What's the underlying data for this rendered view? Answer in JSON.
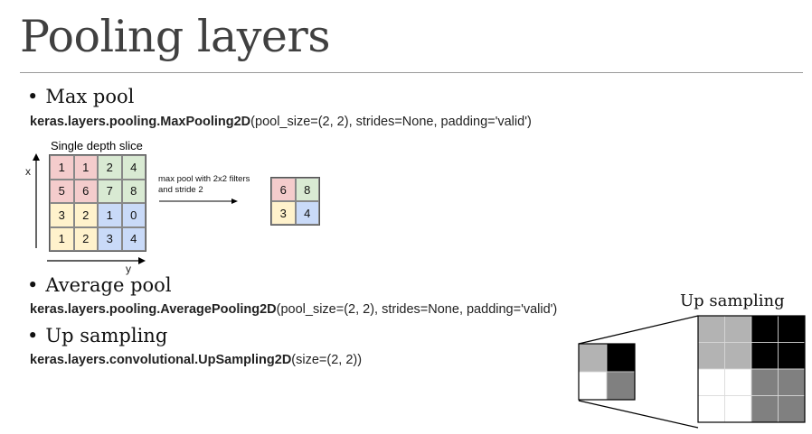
{
  "slide": {
    "title": "Pooling layers"
  },
  "maxpool": {
    "bullet": "Max pool",
    "code_bold": "keras.layers.pooling.MaxPooling2D",
    "code_args": "(pool_size=(2, 2), strides=None, padding='valid')",
    "slice_label": "Single depth slice",
    "axis_x": "x",
    "axis_y": "y",
    "note_line1": "max pool with 2x2 filters",
    "note_line2": "and stride 2",
    "input": [
      [
        "1",
        "1",
        "2",
        "4"
      ],
      [
        "5",
        "6",
        "7",
        "8"
      ],
      [
        "3",
        "2",
        "1",
        "0"
      ],
      [
        "1",
        "2",
        "3",
        "4"
      ]
    ],
    "output": [
      [
        "6",
        "8"
      ],
      [
        "3",
        "4"
      ]
    ],
    "colors": {
      "pink": "#f4cccc",
      "green": "#d9ead3",
      "yellow": "#fff2cc",
      "blue": "#c9daf8"
    }
  },
  "avgpool": {
    "bullet": "Average pool",
    "code_bold": "keras.layers.pooling.AveragePooling2D",
    "code_args": "(pool_size=(2, 2), strides=None, padding='valid')"
  },
  "upsampling": {
    "bullet": "Up sampling",
    "code_bold": "keras.layers.convolutional.UpSampling2D",
    "code_args": "(size=(2, 2))",
    "figure_label": "Up sampling",
    "small_grid_colors": [
      [
        "#b3b3b3",
        "#000000"
      ],
      [
        "#ffffff",
        "#808080"
      ]
    ]
  }
}
